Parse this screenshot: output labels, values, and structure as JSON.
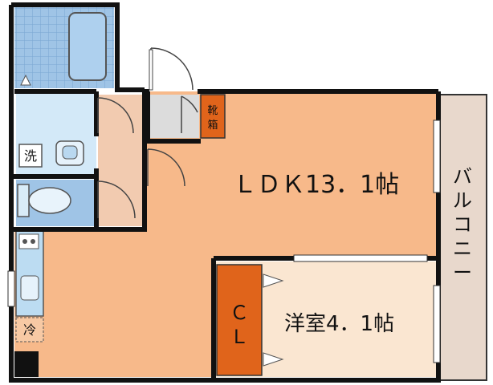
{
  "plan": {
    "ldk_label": "ＬＤＫ13．1帖",
    "western_room_label": "洋室4．1帖",
    "closet_label": [
      "Ｃ",
      "Ｌ"
    ],
    "balcony_label": [
      "バ",
      "ル",
      "コ",
      "ニ",
      "ー"
    ],
    "shoe_box_label": [
      "靴",
      "箱"
    ],
    "washer_label": "洗",
    "fridge_label": "冷"
  },
  "colors": {
    "ldk_floor": "#f7b98a",
    "room_floor": "#fae6d1",
    "wet_area": "#cfe6f7",
    "bath_tile": "#9fc4e6",
    "storage": "#e0641b",
    "balcony": "#e8d8cc",
    "walls": "#111111"
  }
}
